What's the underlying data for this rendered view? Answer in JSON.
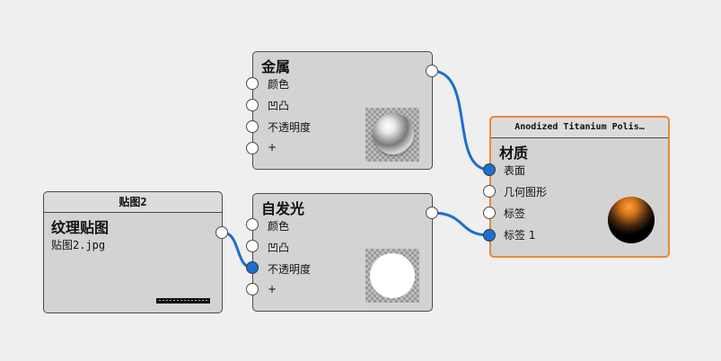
{
  "nodes": {
    "metal": {
      "title": "金属",
      "ports": [
        "颜色",
        "凹凸",
        "不透明度",
        "+"
      ]
    },
    "emission": {
      "title": "自发光",
      "ports": [
        "颜色",
        "凹凸",
        "不透明度",
        "+"
      ]
    },
    "texture": {
      "header": "贴图2",
      "title": "纹理贴图",
      "filename": "贴图2.jpg"
    },
    "material": {
      "header": "Anodized Titanium Polis…",
      "title": "材质",
      "ports": [
        "表面",
        "几何图形",
        "标签",
        "标签 1"
      ]
    }
  },
  "colors": {
    "canvas": "#efefef",
    "node_fill": "#d3d3d3",
    "wire": "#1b6fd0",
    "selected_border": "#e8893a"
  }
}
